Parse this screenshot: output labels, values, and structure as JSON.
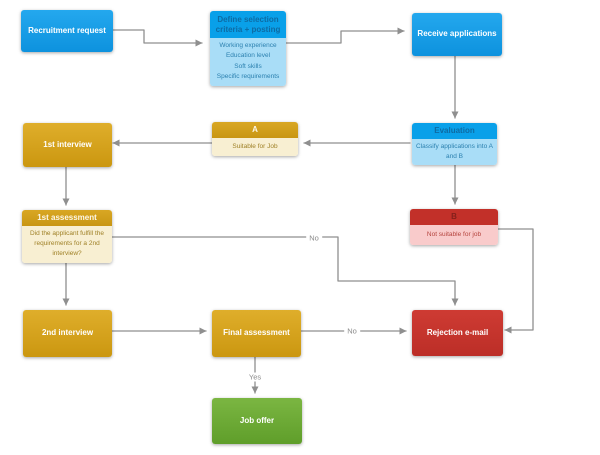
{
  "diagram": {
    "nodes": {
      "recruitment_request": {
        "label": "Recruitment request"
      },
      "define_selection": {
        "title": "Define selection criteria + posting",
        "items": [
          "Working experience",
          "Education level",
          "Soft skills",
          "Specific requirements"
        ]
      },
      "receive_applications": {
        "label": "Receive applications"
      },
      "first_interview": {
        "label": "1st interview"
      },
      "a_class": {
        "title": "A",
        "subtitle": "Suitable for Job"
      },
      "evaluation": {
        "title": "Evaluation",
        "subtitle": "Classify applications into A and B"
      },
      "first_assessment": {
        "title": "1st assessment",
        "subtitle": "Did the applicant fulfill the requirements for a 2nd interview?"
      },
      "b_class": {
        "title": "B",
        "subtitle": "Not suitable for job"
      },
      "second_interview": {
        "label": "2nd interview"
      },
      "final_assessment": {
        "label": "Final assessment"
      },
      "rejection_email": {
        "label": "Rejection e-mail"
      },
      "job_offer": {
        "label": "Job offer"
      }
    },
    "edge_labels": {
      "assessment_no": "No",
      "final_no": "No",
      "final_yes": "Yes"
    },
    "colors": {
      "process_blue": "#0fa0e8",
      "process_blue_light": "#a9ddf7",
      "process_gold": "#d3a01b",
      "process_gold_light": "#f8efd2",
      "process_red": "#c53730",
      "process_red_light": "#f9cbcb",
      "process_green": "#6cae35",
      "connector_gray": "#8f8f8f"
    }
  }
}
